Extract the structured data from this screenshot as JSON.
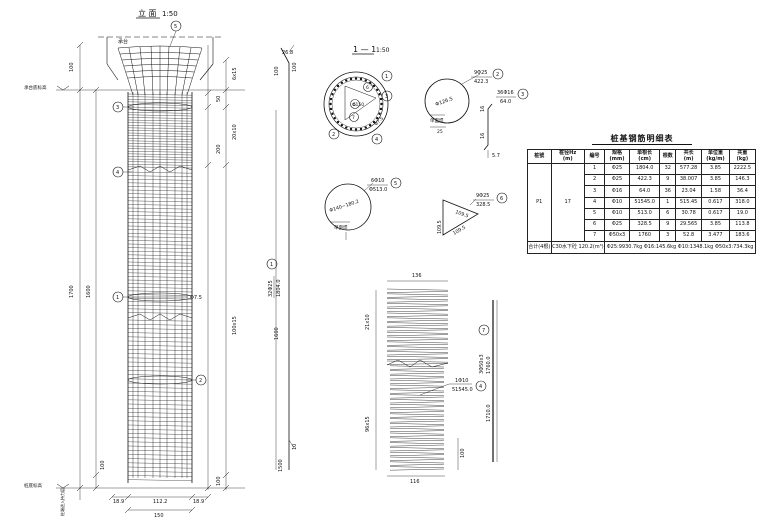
{
  "elevation": {
    "title": "立 面",
    "scale": "1:50",
    "cap_label": "承台",
    "cap_top_label": "承台底标高",
    "pile_bottom_label": "桩底标高",
    "pile_bottom_sub": "桩端进入持力层",
    "dims_left": [
      "100",
      "1700",
      "1600",
      "100"
    ],
    "dims_right": [
      "6x15",
      "50",
      "20x10",
      "200",
      "100x15",
      "100"
    ],
    "bottom_dims": [
      "18.9",
      "112.2",
      "18.9",
      "150"
    ],
    "markers": [
      "5",
      "3",
      "4",
      "1",
      "2"
    ],
    "marker_labels": {
      "m1_text": "Φ7.5"
    }
  },
  "main_bar": {
    "top_dims": [
      "26.8",
      "100",
      "100"
    ],
    "callout_top": "32Φ25",
    "callout_bottom": "1804.0",
    "marker": "1",
    "dim_1600": "1600",
    "bottom_dims": [
      "10",
      "1500"
    ]
  },
  "section": {
    "title": "1 — 1",
    "scale": "1:50",
    "markers": [
      "1",
      "2",
      "3",
      "4",
      "5",
      "6",
      "7"
    ],
    "dim_inner": "Φ150",
    "dim_side": "Φ7.5"
  },
  "bar2": {
    "marker": "2",
    "callout_top": "9Φ25",
    "callout_bottom": "422.3",
    "dia": "Φ126.5",
    "note": "单面焊",
    "dim": "25"
  },
  "bar3": {
    "marker": "3",
    "callout_top": "36Φ16",
    "callout_bottom": "64.0",
    "dims": [
      "16",
      "16"
    ],
    "bottom_dim": "5.7"
  },
  "bar5": {
    "marker": "5",
    "callout_top": "6Φ10",
    "callout_bottom": "Φ513.0",
    "dia": "Φ140~180.2",
    "note": "单面焊"
  },
  "bar6": {
    "marker": "6",
    "callout_top": "9Φ25",
    "callout_bottom": "328.5",
    "sides": [
      "109.5",
      "109.5",
      "109.5"
    ]
  },
  "spiral": {
    "width_top": "136",
    "width_bottom": "116",
    "left_dims": [
      "21x10",
      "96x15"
    ],
    "right_dim": "100",
    "callout_top": "1Φ10",
    "callout_bottom": "51545.0",
    "marker": "4"
  },
  "bar7": {
    "marker": "7",
    "callout_top": "3Φ50x3",
    "callout_bottom": "1760.0",
    "length": "1710.0"
  },
  "table": {
    "title": "桩基钢筋明细表",
    "headers": [
      "桩號",
      "桩径Hz\n(m)",
      "编号",
      "规格\n(mm)",
      "单根长\n(cm)",
      "根数",
      "共长\n(m)",
      "单位重\n(kg/m)",
      "共重\n(kg)"
    ],
    "pile_id": "P1",
    "pile_len": "17",
    "rows": [
      [
        "1",
        "Φ25",
        "1804.0",
        "32",
        "577.28",
        "3.85",
        "2222.5"
      ],
      [
        "2",
        "Φ25",
        "422.3",
        "9",
        "38.007",
        "3.85",
        "146.3"
      ],
      [
        "3",
        "Φ16",
        "64.0",
        "36",
        "23.04",
        "1.58",
        "36.4"
      ],
      [
        "4",
        "Φ10",
        "51545.0",
        "1",
        "515.45",
        "0.617",
        "318.0"
      ],
      [
        "5",
        "Φ10",
        "513.0",
        "6",
        "30.78",
        "0.617",
        "19.0"
      ],
      [
        "6",
        "Φ25",
        "328.5",
        "9",
        "29.565",
        "3.85",
        "113.8"
      ],
      [
        "7",
        "Φ50x3",
        "1760",
        "3",
        "52.8",
        "3.477",
        "183.6"
      ]
    ],
    "total_label": "合计(4根)",
    "total_concrete": "C30水下砼 120.2(m³)",
    "total_weight": "Φ25:9930.7kg Φ16:145.6kg Φ10:1348.1kg Φ50x3:734.3kg"
  }
}
